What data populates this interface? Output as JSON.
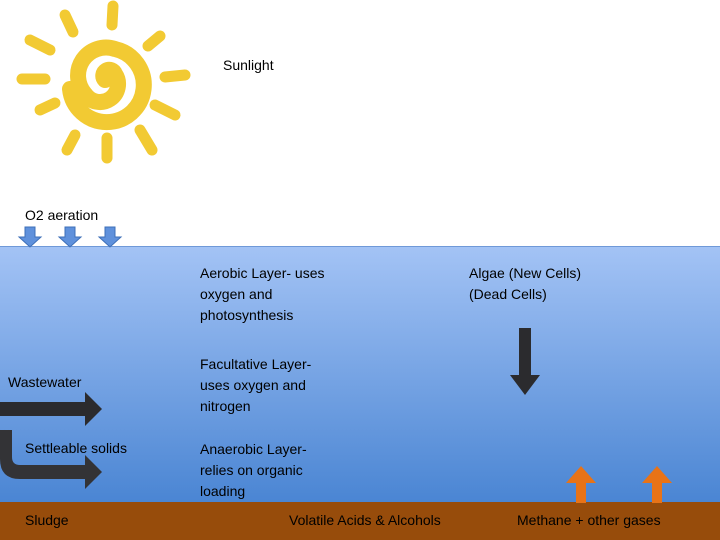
{
  "sun_label": "Sunlight",
  "aeration_label": "O2 aeration",
  "layers": {
    "aerobic": "Aerobic Layer- uses\noxygen and\nphotosynthesis",
    "facultative": "Facultative Layer-\nuses oxygen and\nnitrogen",
    "anaerobic": "Anaerobic Layer-\nrelies on organic\nloading"
  },
  "algae": "Algae (New Cells)\n(Dead Cells)",
  "wastewater": "Wastewater",
  "settleable": "Settleable solids",
  "sludge": {
    "label": "Sludge",
    "acids": "Volatile Acids & Alcohols",
    "gases": "Methane + other gases"
  },
  "colors": {
    "water_top": "#a3c3f5",
    "water_bottom": "#4a85d3",
    "sludge": "#974c0b",
    "sun": "#f2c830",
    "gas_arrow": "#e87317"
  }
}
